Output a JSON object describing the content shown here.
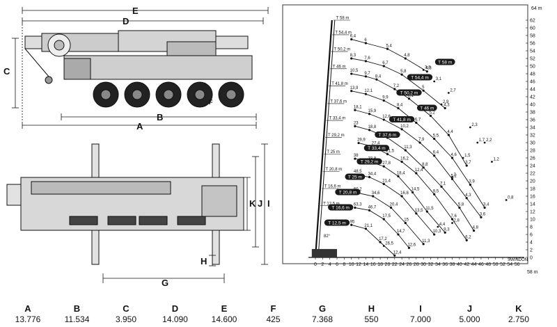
{
  "side_view": {
    "dim_labels": [
      "E",
      "D",
      "C",
      "B",
      "A",
      "F"
    ]
  },
  "top_view": {
    "dim_labels": [
      "G",
      "H",
      "I",
      "J",
      "K"
    ]
  },
  "chart": {
    "y_unit": "64 m",
    "x_unit": "58 m",
    "brand": "SWINDON",
    "angle_label": "82°",
    "y_ticks": [
      0,
      2,
      4,
      6,
      8,
      10,
      12,
      14,
      16,
      18,
      20,
      22,
      24,
      26,
      28,
      30,
      32,
      34,
      36,
      38,
      40,
      42,
      44,
      46,
      48,
      50,
      52,
      54,
      56,
      58,
      60,
      62
    ],
    "x_ticks": [
      0,
      2,
      4,
      6,
      8,
      10,
      12,
      14,
      16,
      18,
      20,
      22,
      24,
      26,
      28,
      30,
      32,
      34,
      36,
      38,
      40,
      42,
      44,
      46,
      48,
      50,
      52,
      54,
      56
    ],
    "boom_marks": [
      "T 58 m",
      "T 54,4 m",
      "T 50,2 m",
      "T 46 m",
      "T 41,8 m",
      "T 37,6 m",
      "T 33,4 m",
      "T 29,2 m",
      "T 25 m",
      "T 20,8 m",
      "T 16,6 m",
      "T 12,5 m"
    ]
  },
  "chart_data": {
    "type": "scatter",
    "x_range": [
      0,
      58
    ],
    "y_range": [
      0,
      64
    ],
    "grid": false,
    "pill_labels": [
      "T 58 m",
      "T 54,4 m",
      "T 50,2 m",
      "T 46 m",
      "T 41,8 m",
      "T 37,6 m",
      "T 33,4 m",
      "T 29,2 m",
      "T 25 m",
      "T 20,8 m",
      "T 16,6 m",
      "T 12,5 m"
    ],
    "series": [
      {
        "points": [
          [
            10,
            57,
            "6,4"
          ],
          [
            14,
            56,
            "6"
          ],
          [
            20,
            54.5,
            "5,4"
          ],
          [
            25,
            52,
            "4,8"
          ],
          [
            31,
            48.6,
            "4,3"
          ]
        ]
      },
      {
        "points": [
          [
            10,
            52,
            "8,3"
          ],
          [
            14,
            51.3,
            "7,6"
          ],
          [
            19,
            50,
            "6,7"
          ],
          [
            24,
            47.8,
            "5,8"
          ],
          [
            30,
            43.6,
            "5"
          ],
          [
            36,
            39,
            "4,3"
          ]
        ]
      },
      {
        "points": [
          [
            10,
            48,
            "10,5"
          ],
          [
            14,
            47.3,
            "9,7"
          ],
          [
            17,
            46.5,
            "8,4"
          ],
          [
            22,
            44,
            "7,2"
          ],
          [
            26,
            41.5,
            "6,1"
          ],
          [
            32,
            37,
            "5,2"
          ],
          [
            37,
            32,
            "4,4"
          ],
          [
            42,
            24,
            "3,7"
          ]
        ]
      },
      {
        "points": [
          [
            10,
            43.5,
            "13,9"
          ],
          [
            14,
            42.7,
            "12,1"
          ],
          [
            19,
            41,
            "9,9"
          ],
          [
            23,
            39,
            "8,4"
          ],
          [
            28,
            35.2,
            "6,7"
          ],
          [
            33,
            31,
            "5,5"
          ],
          [
            38,
            26,
            "4,6"
          ],
          [
            43,
            19,
            "3,9"
          ],
          [
            47,
            13,
            "3,4"
          ]
        ]
      },
      {
        "points": [
          [
            11,
            38.5,
            "18,1"
          ],
          [
            15,
            37.5,
            "15,9"
          ],
          [
            19,
            36,
            "12,6"
          ],
          [
            24,
            33.5,
            "10,2"
          ],
          [
            29,
            30,
            "7,9"
          ],
          [
            33,
            26.6,
            "6,4"
          ],
          [
            38,
            20.5,
            "5,2"
          ],
          [
            42,
            15.5,
            "4,3"
          ],
          [
            46,
            10.5,
            "3,6"
          ]
        ]
      },
      {
        "points": [
          [
            11,
            34.3,
            "23"
          ],
          [
            15,
            33.3,
            "18,8"
          ],
          [
            20,
            31.3,
            "14,8"
          ],
          [
            25,
            28,
            "11,3"
          ],
          [
            30,
            23.5,
            "8,8"
          ],
          [
            35,
            18.5,
            "7,1"
          ],
          [
            40,
            13,
            "5,8"
          ],
          [
            44,
            7,
            "4,8"
          ]
        ]
      },
      {
        "points": [
          [
            12,
            29.9,
            "29,9"
          ],
          [
            16,
            29,
            "27,4"
          ],
          [
            20,
            27,
            "21,5"
          ],
          [
            24,
            25,
            "16,2"
          ],
          [
            28,
            22,
            "12,4"
          ],
          [
            33,
            16.5,
            "9,5"
          ],
          [
            38,
            10,
            "7,6"
          ],
          [
            42,
            4.5,
            "6,2"
          ]
        ]
      },
      {
        "points": [
          [
            11,
            25.8,
            "38"
          ],
          [
            15,
            25,
            "33,8"
          ],
          [
            19,
            23.8,
            "27,8"
          ],
          [
            23,
            21.2,
            "18,4"
          ],
          [
            27,
            17,
            "14,5"
          ],
          [
            31,
            12,
            "11,5"
          ],
          [
            36,
            6.5,
            "9,3"
          ]
        ]
      },
      {
        "points": [
          [
            11,
            21.6,
            "48,5"
          ],
          [
            15,
            21,
            "34,4"
          ],
          [
            19,
            19.2,
            "21,4"
          ],
          [
            24,
            16,
            "16,8"
          ],
          [
            28,
            11.5,
            "13,5"
          ],
          [
            33,
            6,
            "10,3"
          ]
        ]
      },
      {
        "points": [
          [
            11,
            17,
            "60,2"
          ],
          [
            16,
            16,
            "34,6"
          ],
          [
            21,
            13,
            "20,4"
          ],
          [
            25,
            9,
            "15"
          ],
          [
            30,
            3.5,
            "11,3"
          ]
        ]
      },
      {
        "points": [
          [
            11,
            13,
            "63,3"
          ],
          [
            15,
            12.3,
            "46,7"
          ],
          [
            19,
            10,
            "17,5"
          ],
          [
            23,
            6,
            "14,7"
          ],
          [
            26,
            2.5,
            "12,6"
          ]
        ]
      },
      {
        "points": [
          [
            10,
            8.5,
            "95"
          ],
          [
            14,
            7.5,
            "21,1"
          ],
          [
            18,
            4,
            "17,2"
          ],
          [
            22,
            0.5,
            "12,4"
          ]
        ]
      }
    ],
    "extra_labels": [
      "26,5",
      "1,7",
      "1,2",
      "0,8",
      "2,3",
      "2,2",
      "1,5",
      "2",
      "2,9",
      "2,7",
      "3,1",
      "3,8",
      "2,8",
      "4,4"
    ]
  },
  "dimensions": [
    {
      "letter": "A",
      "value": "13.776"
    },
    {
      "letter": "B",
      "value": "11.534"
    },
    {
      "letter": "C",
      "value": "3.950"
    },
    {
      "letter": "D",
      "value": "14.090"
    },
    {
      "letter": "E",
      "value": "14.600"
    },
    {
      "letter": "F",
      "value": "425"
    },
    {
      "letter": "G",
      "value": "7.368"
    },
    {
      "letter": "H",
      "value": "550"
    },
    {
      "letter": "I",
      "value": "7.000"
    },
    {
      "letter": "J",
      "value": "5.000"
    },
    {
      "letter": "K",
      "value": "2.750"
    }
  ],
  "colors": {
    "ink": "#111111",
    "pill": "#1a1a1a",
    "panel_border": "#333333"
  }
}
